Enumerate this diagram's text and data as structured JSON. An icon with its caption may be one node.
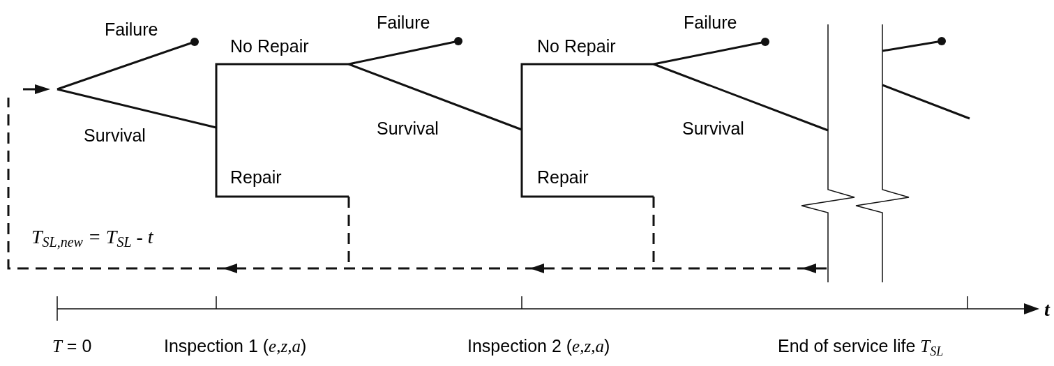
{
  "diagram": {
    "labels": [
      "Failure",
      "No Repair",
      "Failure",
      "No Repair",
      "Failure",
      "Survival",
      "Survival",
      "Survival",
      "Repair",
      "Repair",
      "*T*$_{SL,new}$ = *T*$_{SL}$ - *t*",
      "t",
      "*T* = 0",
      "Inspection 1 (*e,z,a*)",
      "Inspection 2 (*e,z,a*)",
      "End of service life *T*$_{SL}$"
    ]
  }
}
